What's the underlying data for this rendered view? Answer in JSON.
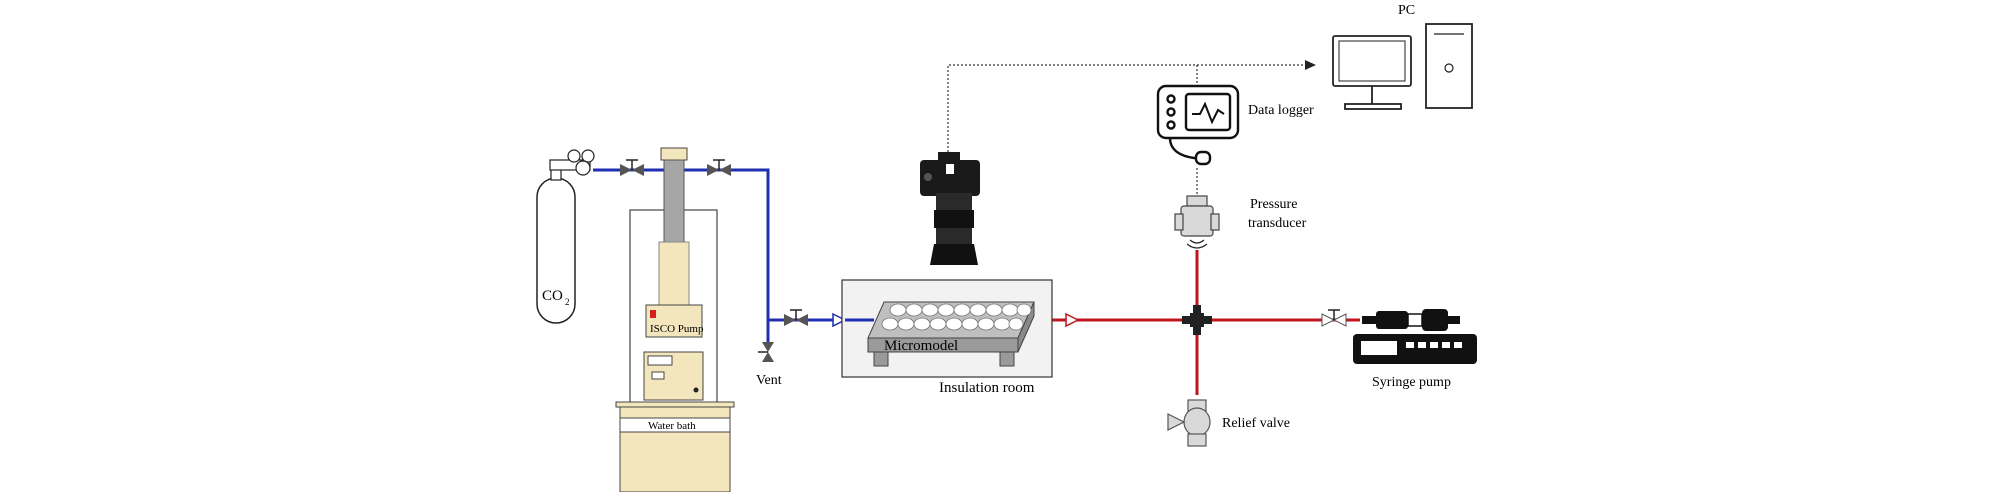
{
  "labels": {
    "pc": "PC",
    "data_logger": "Data logger",
    "pressure_1": "Pressure",
    "pressure_2": "transducer",
    "micromodel": "Micromodel",
    "insulation_room": "Insulation room",
    "vent": "Vent",
    "relief_valve": "Relief valve",
    "syringe_pump": "Syringe pump",
    "isco_pump": "ISCO  Pump",
    "water_bath": "Water bath",
    "co2": "CO",
    "co2_sub": "2"
  },
  "colors": {
    "blue_line": "#1f2fb0",
    "red_line": "#c0141c",
    "beige": "#f3e6bd",
    "gray": "#a6a6a6",
    "dark": "#1a1a1a"
  }
}
